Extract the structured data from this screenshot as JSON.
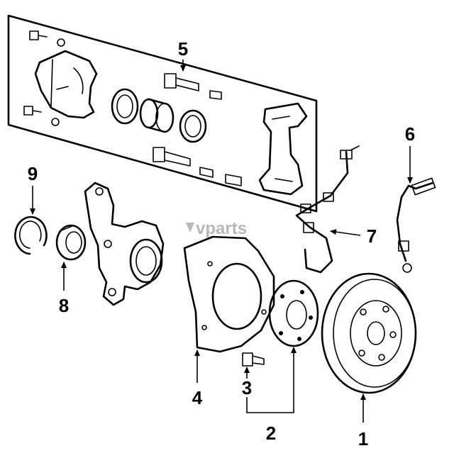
{
  "watermark": "vparts",
  "callouts": [
    "1",
    "2",
    "3",
    "4",
    "5",
    "6",
    "7",
    "8",
    "9"
  ],
  "parts": [
    {
      "id": "1",
      "component": "brake-rotor"
    },
    {
      "id": "2",
      "component": "wheel-hub"
    },
    {
      "id": "3",
      "component": "wheel-stud"
    },
    {
      "id": "4",
      "component": "splash-shield"
    },
    {
      "id": "5",
      "component": "caliper-assembly"
    },
    {
      "id": "6",
      "component": "brake-hose"
    },
    {
      "id": "7",
      "component": "abs-sensor"
    },
    {
      "id": "8",
      "component": "wheel-bearing"
    },
    {
      "id": "9",
      "component": "snap-ring"
    }
  ],
  "colors": {
    "line": "#000000",
    "background": "#ffffff",
    "watermark": "#b8b8b8"
  }
}
